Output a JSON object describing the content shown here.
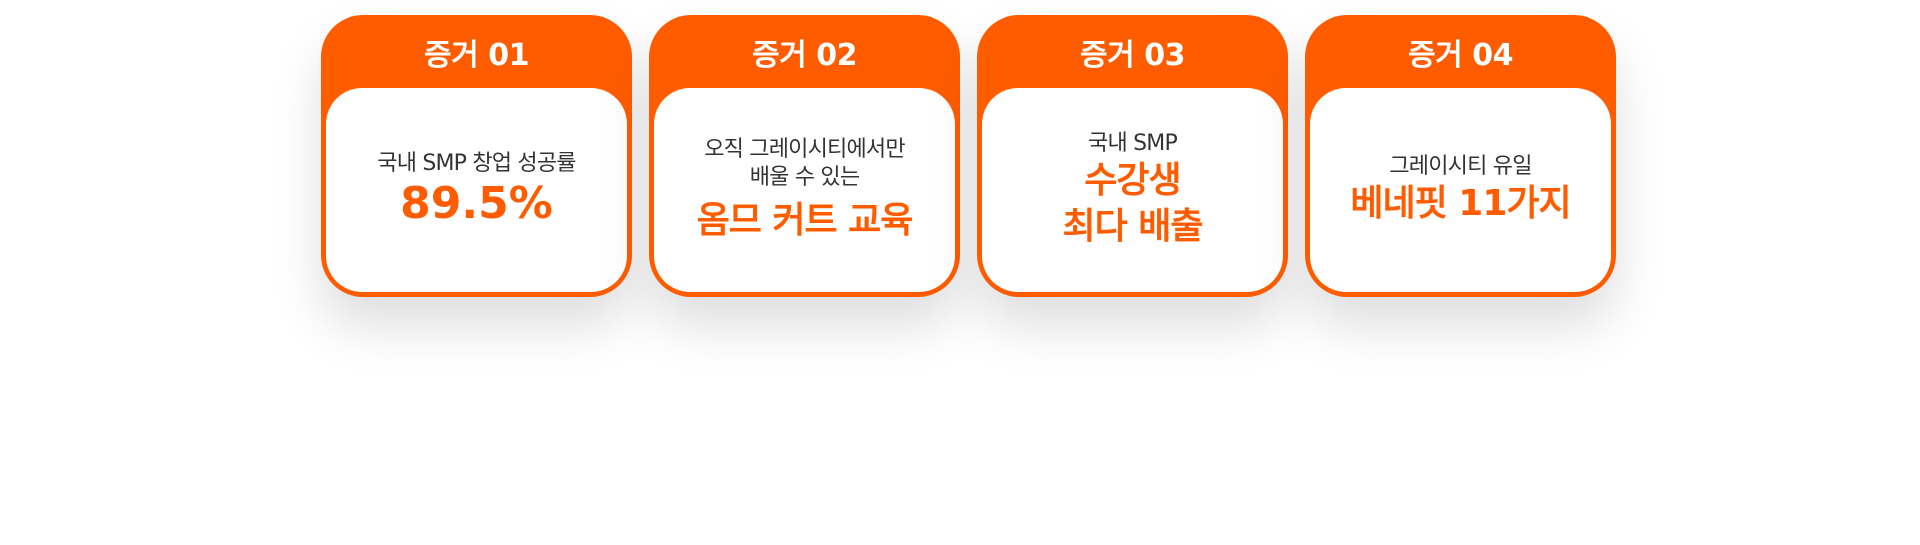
{
  "cards": [
    {
      "header": "증거 01",
      "sub": [
        "국내 SMP 창업 성공률"
      ],
      "main": [
        "89.5%"
      ]
    },
    {
      "header": "증거 02",
      "sub": [
        "오직 그레이시티에서만",
        "배울 수 있는"
      ],
      "main": [
        "옴므 커트 교육"
      ]
    },
    {
      "header": "증거 03",
      "sub": [
        "국내 SMP"
      ],
      "main": [
        "수강생",
        "최다 배출"
      ]
    },
    {
      "header": "증거 04",
      "sub": [
        "그레이시티 유일"
      ],
      "main": [
        "베네핏 11가지"
      ]
    }
  ],
  "colors": {
    "accent": "#ff5c00",
    "text": "#333333",
    "background": "#ffffff"
  }
}
